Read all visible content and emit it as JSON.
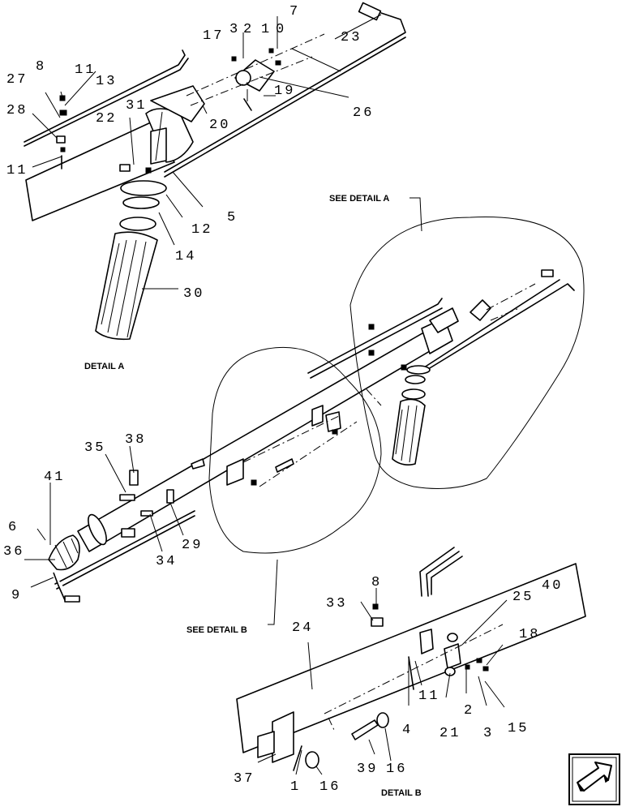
{
  "captions": {
    "detail_a": "DETAIL A",
    "detail_b": "DETAIL B",
    "see_a": "SEE DETAIL A",
    "see_b": "SEE DETAIL B"
  },
  "callouts": {
    "a": [
      "7",
      "17",
      "3",
      "2",
      "1",
      "0",
      "23",
      "8",
      "11",
      "27",
      "13",
      "31",
      "28",
      "22",
      "20",
      "19",
      "26",
      "11",
      "12",
      "5",
      "14",
      "30"
    ],
    "main": [
      "35",
      "38",
      "41",
      "6",
      "36",
      "9",
      "34",
      "29"
    ],
    "b": [
      "8",
      "33",
      "25",
      "40",
      "24",
      "18",
      "11",
      "2",
      "21",
      "3",
      "15",
      "4",
      "39",
      "16",
      "37",
      "1",
      "16"
    ]
  },
  "nav": {
    "icon": "next-arrow-icon"
  }
}
